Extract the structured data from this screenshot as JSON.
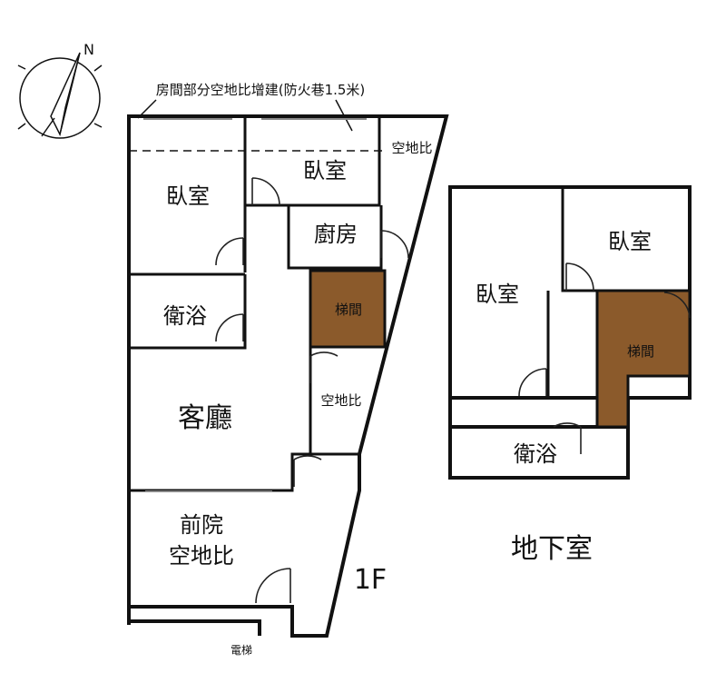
{
  "plan": {
    "note": "房間部分空地比增建(防火巷1.5米)",
    "floor1": {
      "label": "1F",
      "rooms": {
        "bedroom_left": "臥室",
        "bedroom_top": "臥室",
        "kitchen": "廚房",
        "stairs": "梯間",
        "bathroom": "衛浴",
        "living_room": "客廳",
        "front_yard_line1": "前院",
        "front_yard_line2": "空地比",
        "open_space_top": "空地比",
        "open_space_mid": "空地比",
        "elevator": "電梯"
      }
    },
    "basement": {
      "label": "地下室",
      "rooms": {
        "bedroom_left": "臥室",
        "bedroom_right": "臥室",
        "stairs": "梯間",
        "bathroom": "衛浴"
      }
    },
    "compass": {
      "north": "N",
      "icon": "north-arrow-compass-icon"
    },
    "colors": {
      "stairs_fill": "#8b5a2b",
      "wall": "#111111"
    }
  }
}
